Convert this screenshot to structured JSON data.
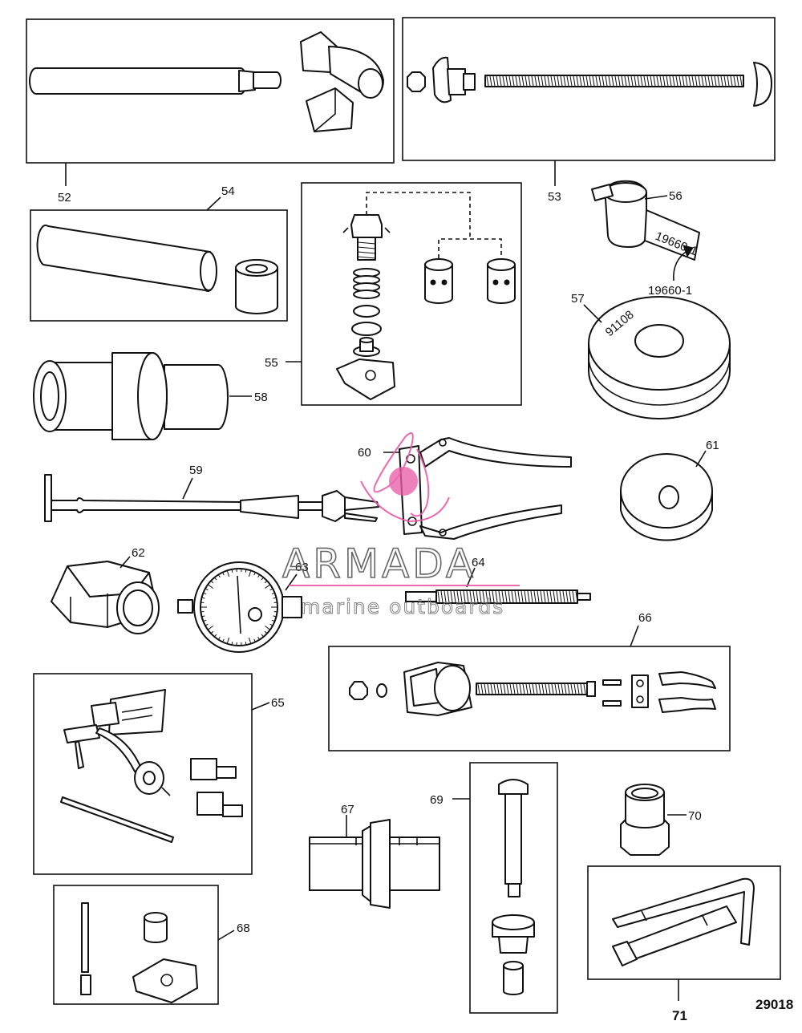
{
  "labels": {
    "l52": "52",
    "l53": "53",
    "l54": "54",
    "l55": "55",
    "l56": "56",
    "l57": "57",
    "l58": "58",
    "l59": "59",
    "l60": "60",
    "l61": "61",
    "l62": "62",
    "l63": "63",
    "l64": "64",
    "l65": "65",
    "l66": "66",
    "l67": "67",
    "l68": "68",
    "l69": "69",
    "l70": "70",
    "l71": "71"
  },
  "callout_56": "19660-1",
  "ring_57_stamp": "91108",
  "tag_56_stamp": "19660-1",
  "figure_number": "29018",
  "watermark": {
    "brand": "ARMADA",
    "tagline": "marine outboards",
    "color": "#e85aa8"
  }
}
